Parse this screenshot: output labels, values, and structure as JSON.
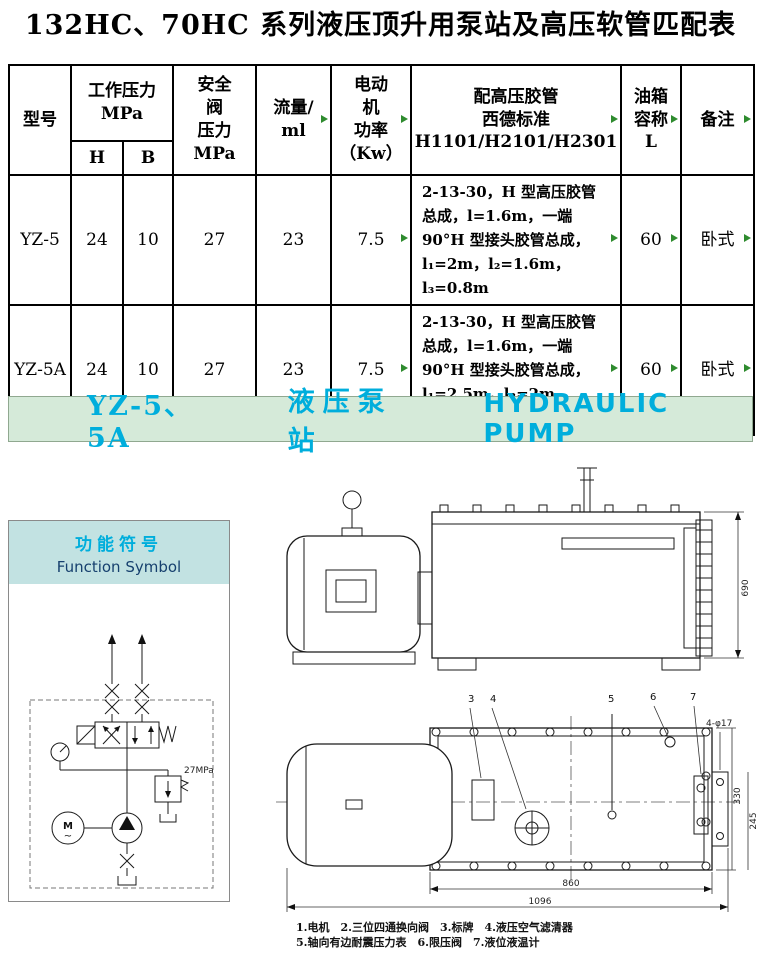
{
  "colors": {
    "accent_cyan": "#00aedc",
    "banner_bg": "#d5ead9",
    "function_header_bg": "#c2e2e2",
    "subtitle_navy": "#16406e",
    "marker_green": "#2e8b2e"
  },
  "title": "132HC、70HC 系列液压顶升用泵站及高压软管匹配表",
  "table": {
    "headers": {
      "model": "型号",
      "working_pressure": "工作压力\nMPa",
      "h": "H",
      "b": "B",
      "safety_valve": "安全\n阀\n压力\nMPa",
      "flow": "流量/\nml",
      "motor_power": "电动\n机\n功率\n（Kw）",
      "hose": "配高压胶管\n西德标准\nH1101/H2101/H2301",
      "tank": "油箱\n容称\nL",
      "remark": "备注"
    },
    "rows": [
      {
        "model": "YZ-5",
        "h": "24",
        "b": "10",
        "safety": "27",
        "flow": "23",
        "power": "7.5",
        "hose": "2-13-30，H 型高压胶管总成，l=1.6m，一端 90°H 型接头胶管总成，l₁=2m，l₂=1.6m，l₃=0.8m",
        "tank": "60",
        "remark": "卧式"
      },
      {
        "model": "YZ-5A",
        "h": "24",
        "b": "10",
        "safety": "27",
        "flow": "23",
        "power": "7.5",
        "hose": "2-13-30，H 型高压胶管总成，l=1.6m，一端 90°H 型接头胶管总成，l₁=2.5m，l₂=2m，l₃=1.1m",
        "tank": "60",
        "remark": "卧式"
      }
    ]
  },
  "banner": {
    "model": "YZ-5、5A",
    "cn": "液压泵站",
    "en": "HYDRAULIC PUMP"
  },
  "function_symbol": {
    "title_cn": "功能符号",
    "title_en": "Function Symbol",
    "relief_label": "27MPa",
    "motor_letter": "M",
    "motor_sub": "~"
  },
  "drawings": {
    "part_labels": [
      "3",
      "4",
      "5",
      "6",
      "7"
    ],
    "dims": {
      "side_height": "690",
      "tank_width": "860",
      "total_width": "1096",
      "depth_a": "330",
      "depth_b": "245",
      "bolt_note": "4-φ17"
    }
  },
  "caption": {
    "line1": "1.电机　2.三位四通换向阀　3.标牌　4.液压空气滤清器",
    "line2": "5.轴向有边耐震压力表　6.限压阀　7.液位液温计"
  }
}
